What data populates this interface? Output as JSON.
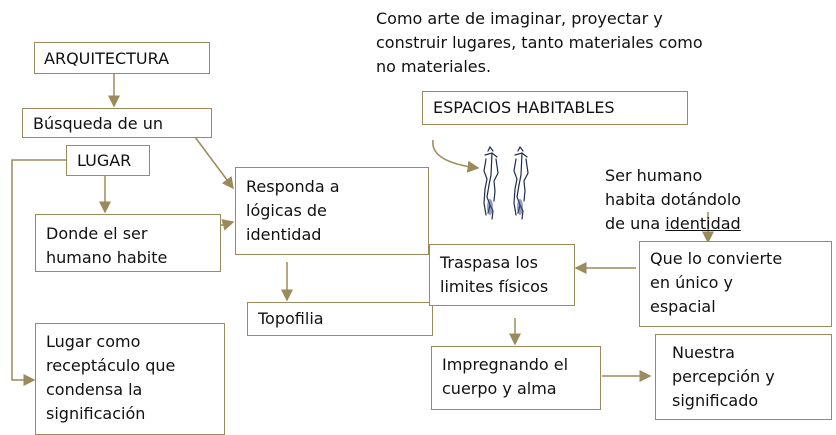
{
  "diagram": {
    "nodes": {
      "arquitectura": "ARQUITECTURA",
      "busqueda": "Búsqueda de un",
      "lugar": "LUGAR",
      "donde": "Donde el ser\nhumano habite",
      "lugar_receptaculo": "Lugar como\nreceptáculo que\ncondensa la\nsignificación",
      "responda": "Responda a\nlógicas de\nidentidad",
      "topofilia": "Topofilia",
      "espacios": "ESPACIOS HABITABLES",
      "traspasa": "Traspasa los\nlimites físicos",
      "impregnando": "Impregnando el\ncuerpo y alma",
      "nuestra": "Nuestra\npercepción y\nsignificado",
      "que_lo": "Que lo convierte\nen único y\nespacial"
    },
    "notes": {
      "arte": "Como arte de imaginar, proyectar y\nconstruir lugares, tanto materiales como\nno materiales.",
      "ser_humano": "Ser humano\nhabita dotándolo\nde una ",
      "identidad": "identidad"
    },
    "accent_color": "#9a8a5c"
  }
}
